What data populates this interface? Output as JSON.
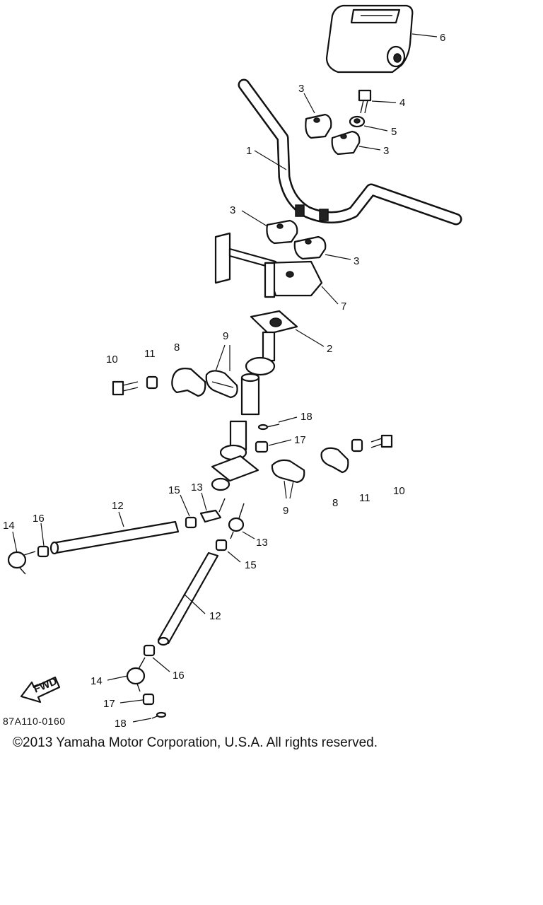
{
  "callouts": [
    {
      "id": "c6",
      "text": "6"
    },
    {
      "id": "c3a",
      "text": "3"
    },
    {
      "id": "c4",
      "text": "4"
    },
    {
      "id": "c5",
      "text": "5"
    },
    {
      "id": "c3b",
      "text": "3"
    },
    {
      "id": "c1",
      "text": "1"
    },
    {
      "id": "c3c",
      "text": "3"
    },
    {
      "id": "c3d",
      "text": "3"
    },
    {
      "id": "c7",
      "text": "7"
    },
    {
      "id": "c2",
      "text": "2"
    },
    {
      "id": "c10a",
      "text": "10"
    },
    {
      "id": "c11a",
      "text": "11"
    },
    {
      "id": "c8a",
      "text": "8"
    },
    {
      "id": "c9a",
      "text": "9"
    },
    {
      "id": "c18a",
      "text": "18"
    },
    {
      "id": "c17a",
      "text": "17"
    },
    {
      "id": "c10b",
      "text": "10"
    },
    {
      "id": "c11b",
      "text": "11"
    },
    {
      "id": "c8b",
      "text": "8"
    },
    {
      "id": "c9b",
      "text": "9"
    },
    {
      "id": "c12a",
      "text": "12"
    },
    {
      "id": "c15a",
      "text": "15"
    },
    {
      "id": "c13a",
      "text": "13"
    },
    {
      "id": "c14a",
      "text": "14"
    },
    {
      "id": "c16a",
      "text": "16"
    },
    {
      "id": "c13b",
      "text": "13"
    },
    {
      "id": "c15b",
      "text": "15"
    },
    {
      "id": "c12b",
      "text": "12"
    },
    {
      "id": "c14b",
      "text": "14"
    },
    {
      "id": "c16b",
      "text": "16"
    },
    {
      "id": "c17b",
      "text": "17"
    },
    {
      "id": "c18b",
      "text": "18"
    }
  ],
  "fwd_label": "FWD",
  "diagram_code": "87A110-0160",
  "copyright": "©2013 Yamaha Motor Corporation, U.S.A. All rights reserved."
}
